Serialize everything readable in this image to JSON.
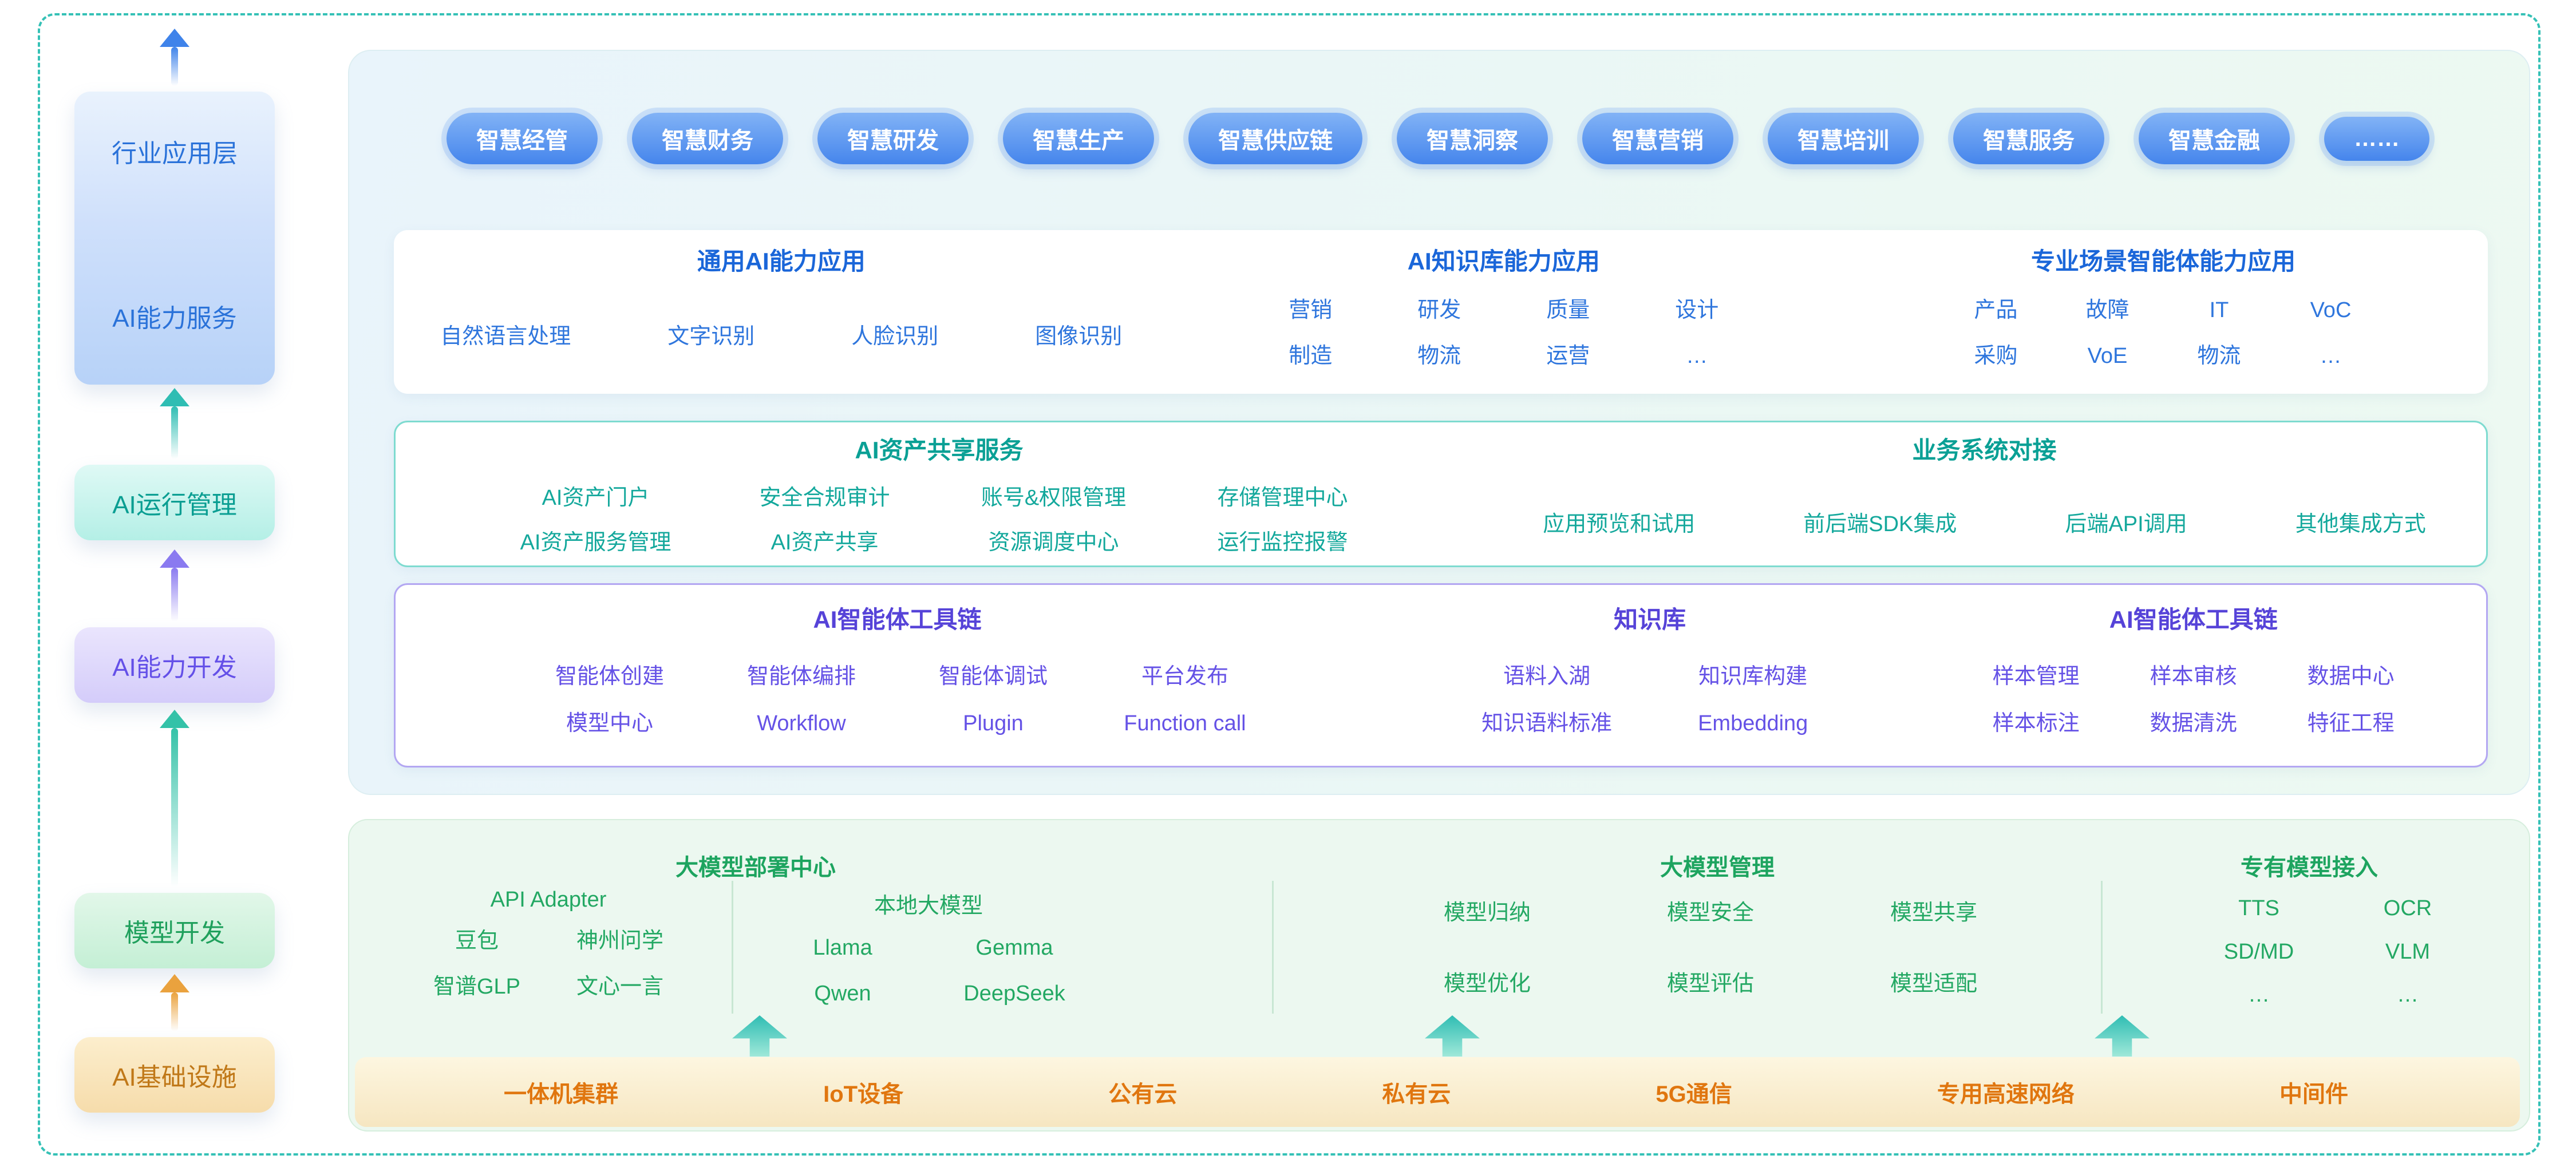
{
  "colors": {
    "accent_teal": "#35c1b6",
    "blue": "#2a72d9",
    "teal": "#0a9e92",
    "purple": "#6450e8",
    "green": "#1fa05c",
    "orange": "#e0760f"
  },
  "sidebar": {
    "app_layer": {
      "label_top": "行业应用层",
      "label_bottom": "AI能力服务"
    },
    "run_mgmt": "AI运行管理",
    "dev": "AI能力开发",
    "model_dev": "模型开发",
    "infra": "AI基础设施"
  },
  "pills": [
    "智慧经管",
    "智慧财务",
    "智慧研发",
    "智慧生产",
    "智慧供应链",
    "智慧洞察",
    "智慧营销",
    "智慧培训",
    "智慧服务",
    "智慧金融",
    "……"
  ],
  "general_ai": {
    "title": "通用AI能力应用",
    "items": [
      "自然语言处理",
      "文字识别",
      "人脸识别",
      "图像识别"
    ]
  },
  "knowledge_app": {
    "title": "AI知识库能力应用",
    "row1": [
      "营销",
      "研发",
      "质量",
      "设计"
    ],
    "row2": [
      "制造",
      "物流",
      "运营",
      "…"
    ]
  },
  "agent_app": {
    "title": "专业场景智能体能力应用",
    "row1": [
      "产品",
      "故障",
      "IT",
      "VoC"
    ],
    "row2": [
      "采购",
      "VoE",
      "物流",
      "…"
    ]
  },
  "asset_share": {
    "title": "AI资产共享服务",
    "row1": [
      "AI资产门户",
      "安全合规审计",
      "账号&权限管理",
      "存储管理中心"
    ],
    "row2": [
      "AI资产服务管理",
      "AI资产共享",
      "资源调度中心",
      "运行监控报警"
    ]
  },
  "biz_connect": {
    "title": "业务系统对接",
    "items": [
      "应用预览和试用",
      "前后端SDK集成",
      "后端API调用",
      "其他集成方式"
    ]
  },
  "agent_toolchain": {
    "title": "AI智能体工具链",
    "row1": [
      "智能体创建",
      "智能体编排",
      "智能体调试",
      "平台发布"
    ],
    "row2": [
      "模型中心",
      "Workflow",
      "Plugin",
      "Function call"
    ]
  },
  "knowledge_base": {
    "title": "知识库",
    "row1": [
      "语料入湖",
      "知识库构建"
    ],
    "row2": [
      "知识语料标准",
      "Embedding"
    ]
  },
  "data_toolchain": {
    "title": "AI智能体工具链",
    "row1": [
      "样本管理",
      "样本审核",
      "数据中心"
    ],
    "row2": [
      "样本标注",
      "数据清洗",
      "特征工程"
    ]
  },
  "model_deploy": {
    "title": "大模型部署中心",
    "api_adapter": {
      "label": "API Adapter",
      "row1": [
        "豆包",
        "神州问学"
      ],
      "row2": [
        "智谱GLP",
        "文心一言"
      ]
    },
    "local_models": {
      "label": "本地大模型",
      "row1": [
        "Llama",
        "Gemma"
      ],
      "row2": [
        "Qwen",
        "DeepSeek"
      ]
    }
  },
  "model_mgmt": {
    "title": "大模型管理",
    "row1": [
      "模型归纳",
      "模型安全",
      "模型共享"
    ],
    "row2": [
      "模型优化",
      "模型评估",
      "模型适配"
    ]
  },
  "custom_models": {
    "title": "专有模型接入",
    "row1": [
      "TTS",
      "OCR"
    ],
    "row2": [
      "SD/MD",
      "VLM"
    ],
    "row3": [
      "…",
      "…"
    ]
  },
  "infrastructure": {
    "items": [
      "一体机集群",
      "IoT设备",
      "公有云",
      "私有云",
      "5G通信",
      "专用高速网络",
      "中间件"
    ]
  }
}
